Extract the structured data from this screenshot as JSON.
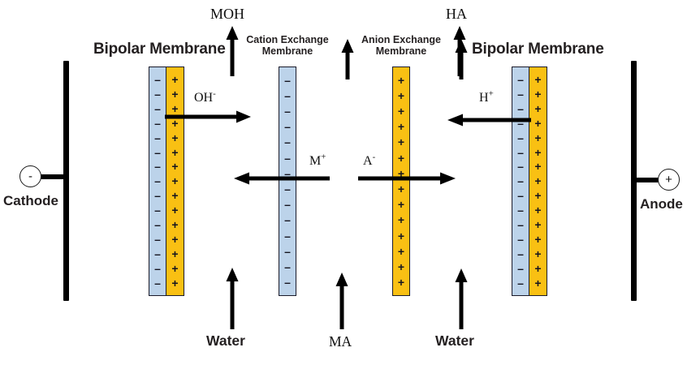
{
  "diagram": {
    "title": "Bipolar Membrane Electrodialysis Cell",
    "colors": {
      "cation_layer": "#bcd3ea",
      "anion_layer": "#f9c013",
      "electrode": "#000000",
      "text": "#231f20",
      "background": "#ffffff"
    }
  },
  "electrodes": {
    "cathode": {
      "label": "Cathode",
      "sign": "-"
    },
    "anode": {
      "label": "Anode",
      "sign": "+"
    }
  },
  "membranes": {
    "bipolar_left": {
      "label": "Bipolar Membrane",
      "negative_sign": "–",
      "positive_sign": "+",
      "sign_count": 15
    },
    "cation_exchange": {
      "label_line1": "Cation Exchange",
      "label_line2": "Membrane",
      "sign": "–",
      "sign_count": 14
    },
    "anion_exchange": {
      "label_line1": "Anion Exchange",
      "label_line2": "Membrane",
      "sign": "+",
      "sign_count": 14
    },
    "bipolar_right": {
      "label": "Bipolar Membrane",
      "negative_sign": "–",
      "positive_sign": "+",
      "sign_count": 15
    }
  },
  "species": {
    "moh": "MOH",
    "ha": "HA",
    "oh_minus_base": "OH",
    "oh_minus_charge": "-",
    "h_plus_base": "H",
    "h_plus_charge": "+",
    "m_plus_base": "M",
    "m_plus_charge": "+",
    "a_minus_base": "A",
    "a_minus_charge": "-"
  },
  "feeds": {
    "water_left": "Water",
    "ma": "MA",
    "water_right": "Water"
  },
  "flows": [
    {
      "name": "moh-product-out",
      "direction": "up",
      "label": "MOH"
    },
    {
      "name": "base-compartment-out",
      "direction": "up",
      "label": ""
    },
    {
      "name": "acid-compartment-out",
      "direction": "up",
      "label": ""
    },
    {
      "name": "ha-product-out",
      "direction": "up",
      "label": "HA"
    },
    {
      "name": "hydroxide-transport",
      "direction": "right",
      "label": "OH-"
    },
    {
      "name": "cation-transport",
      "direction": "left",
      "label": "M+"
    },
    {
      "name": "anion-transport",
      "direction": "right",
      "label": "A-"
    },
    {
      "name": "proton-transport",
      "direction": "left",
      "label": "H+"
    },
    {
      "name": "water-feed-left",
      "direction": "up",
      "label": "Water"
    },
    {
      "name": "salt-feed",
      "direction": "up",
      "label": "MA"
    },
    {
      "name": "water-feed-right",
      "direction": "up",
      "label": "Water"
    }
  ]
}
